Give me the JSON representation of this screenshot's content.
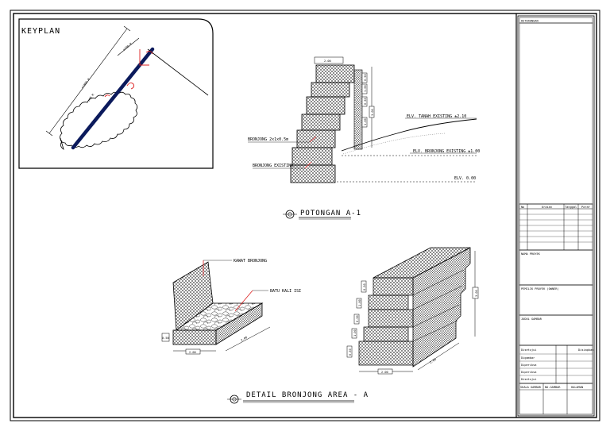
{
  "keyplan": {
    "title": "KEYPLAN",
    "dim_long": "±1000 M",
    "dim_short": "±200 M",
    "dim_side": "±40 M"
  },
  "section": {
    "title": "POTONGAN A-1",
    "labels": {
      "elv_tanah": "ELV. TANAH EXISTING ±2.10",
      "elv_bronjong": "ELV. BRONJONG EXISTING ±1.00",
      "elv_zero": "ELV. 0.00",
      "bronjong_new": "BRONJONG 2x1x0.5m",
      "bronjong_existing": "BRONJONG EXISTING"
    },
    "dims": {
      "top": "2.00",
      "r1": "0.50",
      "r2": "1.00",
      "r3": "0.50",
      "r4": "1.00",
      "total": "3.00"
    }
  },
  "detail": {
    "title": "DETAIL BRONJONG AREA - A",
    "labels": {
      "kawat": "KAWAT BRONJONG",
      "batu": "BATU KALI ISI"
    },
    "dims": {
      "mat_h": "0.50",
      "mat_w": "2.00",
      "mat_len": "2.00",
      "stack_w": "2.00",
      "stack_h": "3.00",
      "stack_len": "2.00",
      "s1": "0.50",
      "s2": "1.00",
      "s3": "0.50",
      "s4": "1.00",
      "s5": "0.50"
    }
  },
  "title_block": {
    "keterangan": "KETERANGAN",
    "rev_headers": [
      "No",
      "Uraian",
      "Tanggal",
      "Paraf"
    ],
    "nama_proyek": "NAMA PROYEK",
    "pemilik": "PEMILIK PROYEK (OWNER)",
    "judul": "JUDUL GAMBAR",
    "roles_left": "Disetujui",
    "roles_right": "Disiapkan",
    "rows": [
      "Digambar",
      "Diperiksa",
      "Diperiksa",
      "Disetujui"
    ],
    "skala": "SKALA GAMBAR",
    "no_gambar": "NO.GAMBAR",
    "halaman": "HALAMAN"
  }
}
